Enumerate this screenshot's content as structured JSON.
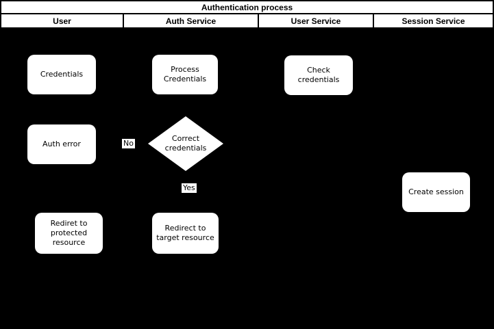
{
  "diagram": {
    "title": "Authentication process",
    "lanes": [
      {
        "label": "User"
      },
      {
        "label": "Auth Service"
      },
      {
        "label": "User Service"
      },
      {
        "label": "Session Service"
      }
    ],
    "nodes": {
      "credentials": {
        "label": "Credentials",
        "shape": "rounded-rect",
        "lane": "User"
      },
      "process_credentials": {
        "label": "Process\nCredentials",
        "shape": "rounded-rect",
        "lane": "Auth Service"
      },
      "check_credentials": {
        "label": "Check\ncredentials",
        "shape": "rounded-rect",
        "lane": "User Service"
      },
      "auth_error": {
        "label": "Auth error",
        "shape": "rounded-rect",
        "lane": "User"
      },
      "correct_credentials": {
        "label": "Correct\ncredentials",
        "shape": "diamond",
        "lane": "Auth Service"
      },
      "create_session": {
        "label": "Create session",
        "shape": "rounded-rect",
        "lane": "Session Service"
      },
      "redirect_protected": {
        "label": "Rediret to\nprotected\nresource",
        "shape": "rounded-rect",
        "lane": "User"
      },
      "redirect_target": {
        "label": "Redirect to\ntarget resource",
        "shape": "rounded-rect",
        "lane": "Auth Service"
      }
    },
    "edge_labels": {
      "no": "No",
      "yes": "Yes"
    },
    "colors": {
      "background": "#000000",
      "node_fill": "#ffffff",
      "node_text": "#000000",
      "header_fill": "#ffffff",
      "border": "#000000"
    }
  }
}
